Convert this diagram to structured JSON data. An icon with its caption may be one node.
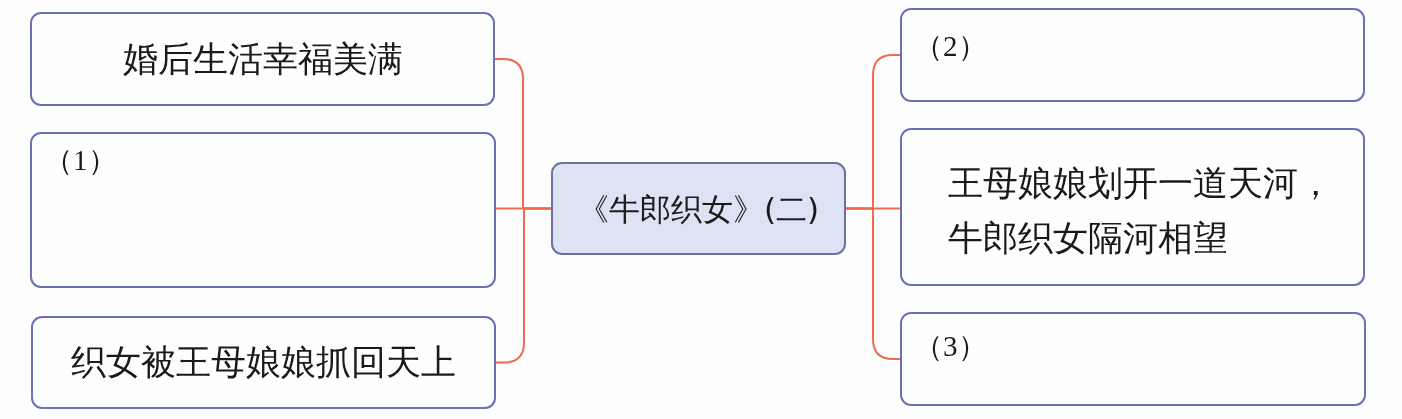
{
  "diagram": {
    "nodes": [
      {
        "text": [
          "《牛郎织女》(二)"
        ]
      },
      {
        "text": [
          "婚后生活幸福美满"
        ]
      },
      {
        "text": [
          "（1）"
        ]
      },
      {
        "text": [
          "织女被王母娘娘抓回天上"
        ]
      },
      {
        "text": [
          "（2）"
        ]
      },
      {
        "text": [
          "王母娘娘划开一道天河，牛郎织女隔河相望"
        ]
      },
      {
        "text": [
          "（3）"
        ]
      }
    ],
    "edges": [
      {
        "from": 0,
        "to": 1,
        "arrow": "none"
      },
      {
        "from": 0,
        "to": 2,
        "arrow": "none"
      },
      {
        "from": 0,
        "to": 3,
        "arrow": "none"
      },
      {
        "from": 0,
        "to": 4,
        "arrow": "none"
      },
      {
        "from": 0,
        "to": 5,
        "arrow": "none"
      },
      {
        "from": 0,
        "to": 6,
        "arrow": "none"
      }
    ]
  }
}
